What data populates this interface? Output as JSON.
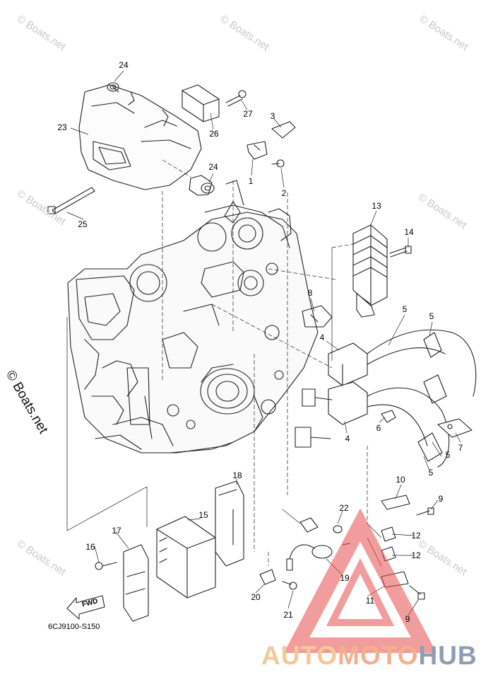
{
  "watermark": "© Boats.net",
  "diagram_code": "6CJ9100-S150",
  "fwd_label": "FWD",
  "logo": {
    "part1": "AUTO",
    "part2": "MOTO",
    "part3": "HUB"
  },
  "colors": {
    "logo_auto": "#f4c99a",
    "logo_moto": "#f3b08f",
    "logo_hub": "#8e9db4",
    "triangle": "#e84d4d"
  },
  "callouts": [
    {
      "id": "1",
      "label": "1"
    },
    {
      "id": "2",
      "label": "2"
    },
    {
      "id": "3",
      "label": "3"
    },
    {
      "id": "4a",
      "label": "4"
    },
    {
      "id": "4b",
      "label": "4"
    },
    {
      "id": "5a",
      "label": "5"
    },
    {
      "id": "5b",
      "label": "5"
    },
    {
      "id": "5c",
      "label": "5"
    },
    {
      "id": "5d",
      "label": "5"
    },
    {
      "id": "6",
      "label": "6"
    },
    {
      "id": "7",
      "label": "7"
    },
    {
      "id": "8",
      "label": "8"
    },
    {
      "id": "9a",
      "label": "9"
    },
    {
      "id": "9b",
      "label": "9"
    },
    {
      "id": "10",
      "label": "10"
    },
    {
      "id": "11",
      "label": "11"
    },
    {
      "id": "12a",
      "label": "12"
    },
    {
      "id": "12b",
      "label": "12"
    },
    {
      "id": "13",
      "label": "13"
    },
    {
      "id": "14",
      "label": "14"
    },
    {
      "id": "15",
      "label": "15"
    },
    {
      "id": "16",
      "label": "16"
    },
    {
      "id": "17",
      "label": "17"
    },
    {
      "id": "18",
      "label": "18"
    },
    {
      "id": "19",
      "label": "19"
    },
    {
      "id": "20",
      "label": "20"
    },
    {
      "id": "21",
      "label": "21"
    },
    {
      "id": "22",
      "label": "22"
    },
    {
      "id": "23",
      "label": "23"
    },
    {
      "id": "24a",
      "label": "24"
    },
    {
      "id": "24b",
      "label": "24"
    },
    {
      "id": "25",
      "label": "25"
    },
    {
      "id": "26",
      "label": "26"
    },
    {
      "id": "27",
      "label": "27"
    }
  ]
}
